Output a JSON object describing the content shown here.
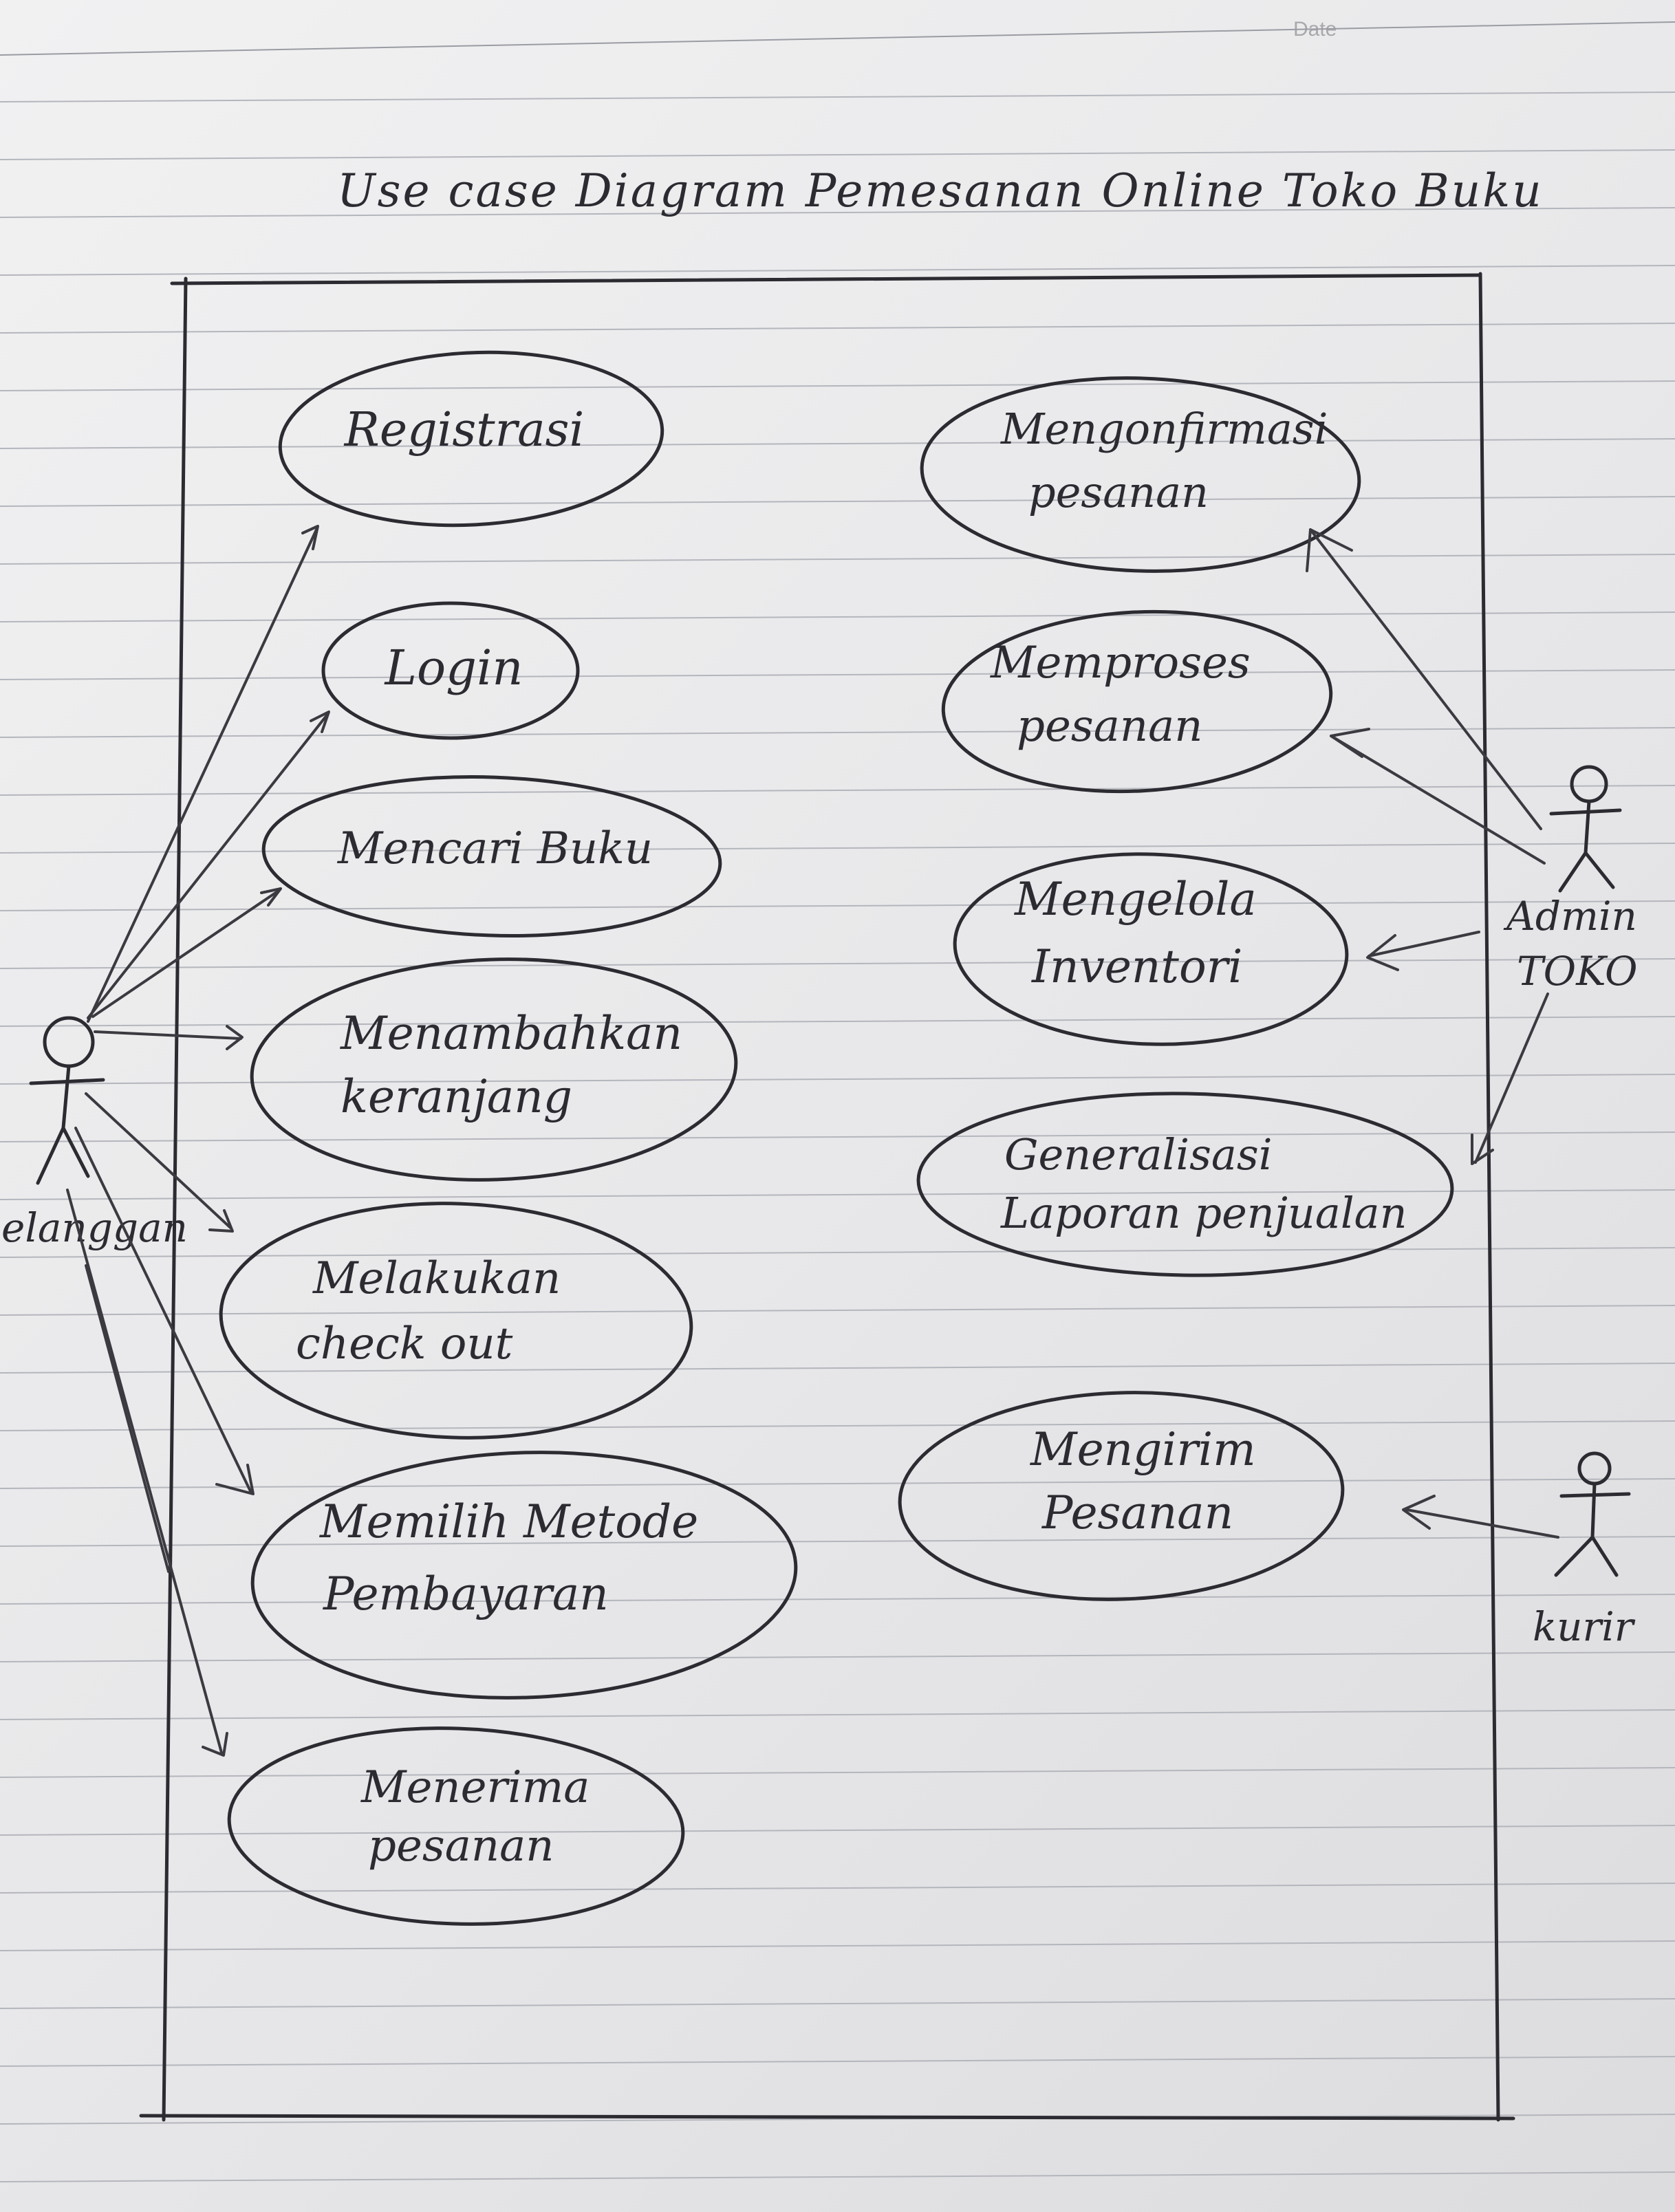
{
  "header": {
    "date_label": "Date"
  },
  "diagram": {
    "title": "Use case Diagram Pemesanan Online Toko Buku",
    "actors": {
      "pelanggan": "elanggan",
      "admin": [
        "Admin",
        "TOKO"
      ],
      "kurir": "kurir"
    },
    "use_cases": {
      "registrasi": [
        "Registrasi"
      ],
      "login": [
        "Login"
      ],
      "mencari_buku": [
        "Mencari Buku"
      ],
      "menambahkan_keranjang": [
        "Menambahkan",
        "keranjang"
      ],
      "melakukan_checkout": [
        "Melakukan",
        "check out"
      ],
      "memilih_metode": [
        "Memilih Metode",
        "Pembayaran"
      ],
      "menerima_pesanan": [
        "Menerima",
        "pesanan"
      ],
      "mengonfirmasi_pesanan": [
        "Mengonfirmasi",
        "pesanan"
      ],
      "memproses_pesanan": [
        "Memproses",
        "pesanan"
      ],
      "mengelola_inventori": [
        "Mengelola",
        "Inventori"
      ],
      "generalisasi_laporan": [
        "Generalisasi",
        "Laporan penjualan"
      ],
      "mengirim_pesanan": [
        "Mengirim",
        "Pesanan"
      ]
    },
    "colors": {
      "ink": "#2b2b31",
      "rule_line": "#b4b6bd",
      "paper": "#ececee"
    }
  }
}
